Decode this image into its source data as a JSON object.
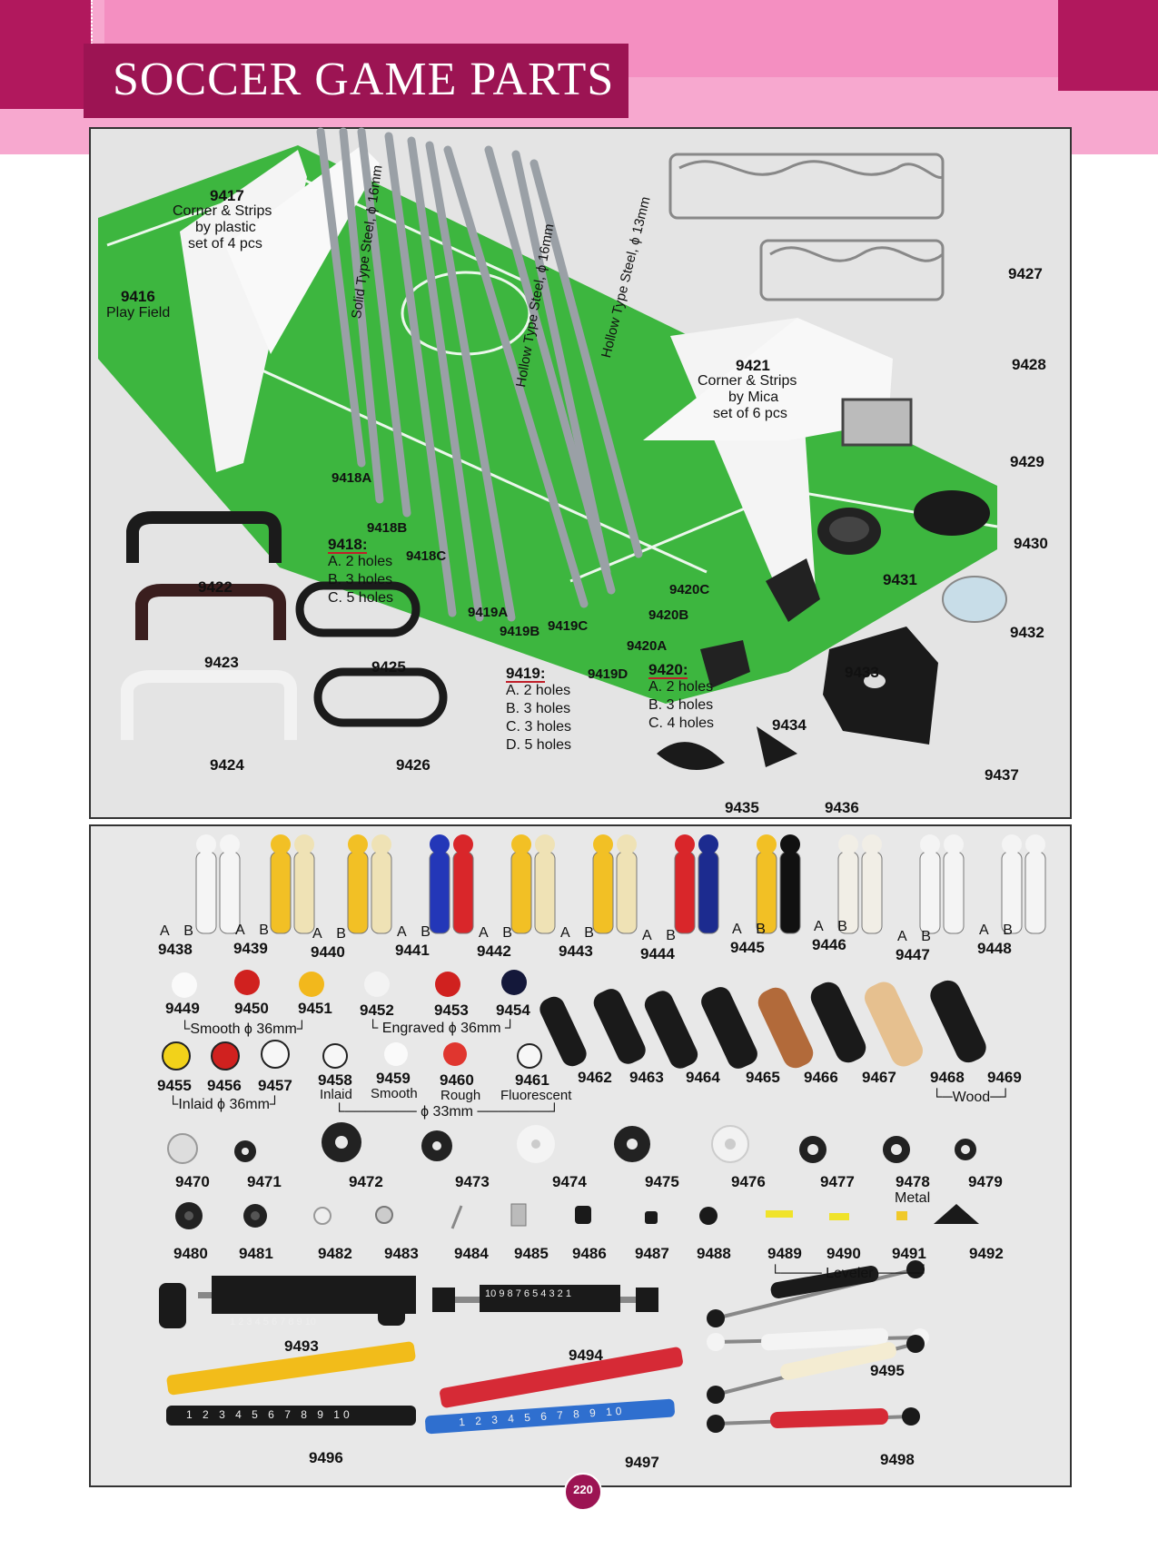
{
  "header": {
    "title": "SOCCER GAME PARTS",
    "colors": {
      "pink_light": "#f7a8cf",
      "pink_mid": "#f48fc1",
      "magenta": "#b1185d",
      "dark_magenta": "#8a1148",
      "field_green": "#38b43e"
    }
  },
  "top_panel": {
    "play_field": {
      "num": "9416",
      "name": "Play Field"
    },
    "corner_plastic": {
      "num": "9417",
      "lines": [
        "Corner & Strips",
        "by plastic",
        "set of 4 pcs"
      ]
    },
    "corner_mica": {
      "num": "9421",
      "lines": [
        "Corner & Strips",
        "by Mica",
        "set of 6 pcs"
      ]
    },
    "rod_text": {
      "solid": "Solid Type Steel, ϕ 16mm",
      "hollow16": "Hollow Type Steel, ϕ 16mm",
      "hollow13": "Hollow Type Steel, ϕ 13mm"
    },
    "rod_labels": [
      "9418A",
      "9418B",
      "9418C",
      "9419A",
      "9419B",
      "9419C",
      "9419D",
      "9420A",
      "9420B",
      "9420C"
    ],
    "spec_9418": {
      "title": "9418:",
      "lines": [
        "A. 2 holes",
        "B. 3 holes",
        "C. 5 holes"
      ]
    },
    "spec_9419": {
      "title": "9419:",
      "lines": [
        "A. 2 holes",
        "B. 3 holes",
        "C. 3 holes",
        "D. 5 holes"
      ]
    },
    "spec_9420": {
      "title": "9420:",
      "lines": [
        "A. 2 holes",
        "B. 3 holes",
        "C. 4 holes"
      ]
    },
    "parts": [
      "9422",
      "9423",
      "9424",
      "9425",
      "9426",
      "9427",
      "9428",
      "9429",
      "9430",
      "9431",
      "9432",
      "9433",
      "9434",
      "9435",
      "9436",
      "9437"
    ]
  },
  "bottom_panel": {
    "figures": [
      "9438",
      "9439",
      "9440",
      "9441",
      "9442",
      "9443",
      "9444",
      "9445",
      "9446",
      "9447",
      "9448"
    ],
    "ab_label": "A B",
    "balls_row1": [
      "9449",
      "9450",
      "9451",
      "9452",
      "9453",
      "9454"
    ],
    "smooth_note": "Smooth ϕ 36mm",
    "engraved_note": "Engraved ϕ 36mm",
    "balls_row2": [
      "9455",
      "9456",
      "9457",
      "9458",
      "9459",
      "9460",
      "9461"
    ],
    "inlaid_note": "Inlaid ϕ 36mm",
    "ball_types": [
      "Inlaid",
      "Smooth",
      "Rough",
      "Fluorescent"
    ],
    "size_33": "ϕ 33mm",
    "handles": [
      "9462",
      "9463",
      "9464",
      "9465",
      "9466",
      "9467",
      "9468",
      "9469"
    ],
    "wood_note": "Wood",
    "washers": [
      "9470",
      "9471",
      "9472",
      "9473",
      "9474",
      "9475",
      "9476",
      "9477",
      "9478",
      "9479"
    ],
    "metal_note": "Metal",
    "small_parts": [
      "9480",
      "9481",
      "9482",
      "9483",
      "9484",
      "9485",
      "9486",
      "9487",
      "9488",
      "9489",
      "9490",
      "9491",
      "9492"
    ],
    "leveler_note": "Leveler",
    "counters": [
      "9493",
      "9494",
      "9495",
      "9496",
      "9497",
      "9498"
    ],
    "digits_up": [
      "1",
      "2",
      "3",
      "4",
      "5",
      "6",
      "7",
      "8",
      "9",
      "10"
    ],
    "digits_down": [
      "10",
      "9",
      "8",
      "7",
      "6",
      "5",
      "4",
      "3",
      "2",
      "1"
    ]
  },
  "page_number": "220"
}
